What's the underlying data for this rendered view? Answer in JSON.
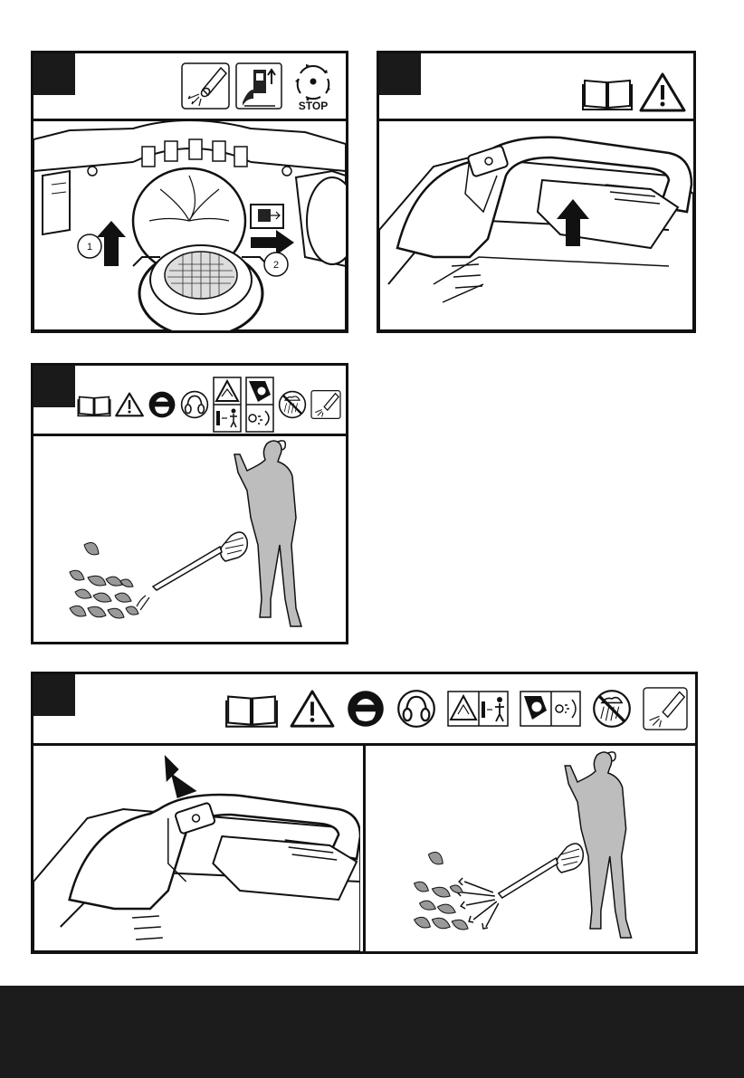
{
  "panels": [
    {
      "id": "panel-1",
      "icons": [
        "blower-output-icon",
        "battery-remove-icon",
        "stop-impeller-icon"
      ],
      "stop_label": "STOP",
      "callouts": [
        "1",
        "2"
      ]
    },
    {
      "id": "panel-2",
      "icons": [
        "read-manual-icon",
        "warning-icon"
      ]
    },
    {
      "id": "panel-3",
      "icons": [
        "read-manual-icon",
        "warning-icon",
        "eye-protection-icon",
        "ear-protection-icon",
        "keep-bystanders-away-icon",
        "flying-debris-icon",
        "no-rain-icon",
        "blower-output-icon"
      ]
    },
    {
      "id": "panel-4",
      "icons": [
        "read-manual-icon",
        "warning-icon",
        "eye-protection-icon",
        "ear-protection-icon",
        "keep-bystanders-away-icon",
        "flying-debris-icon",
        "no-rain-icon",
        "blower-output-icon"
      ]
    }
  ],
  "colors": {
    "frame": "#111111",
    "tab": "#1a1a1a",
    "footer": "#1c1c1c",
    "figure": "#bdbdbd"
  }
}
